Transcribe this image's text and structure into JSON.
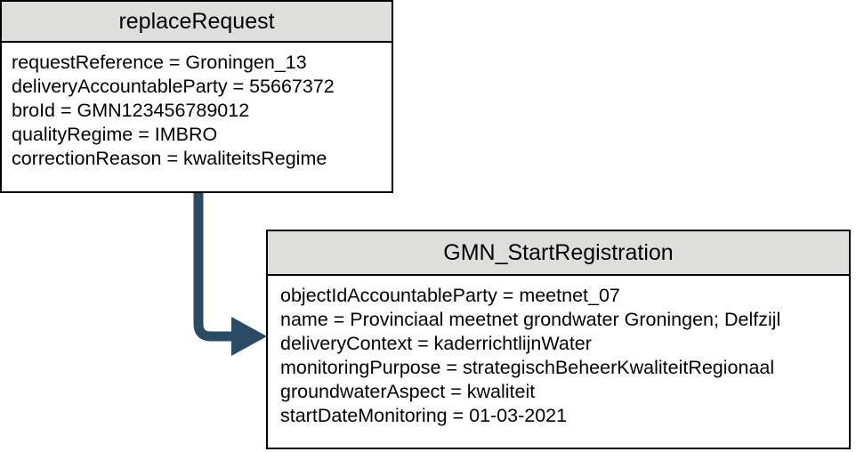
{
  "diagram": {
    "type": "uml-object-diagram",
    "background_color": "#ffffff",
    "border_color": "#000000",
    "header_fill": "#dededd",
    "connector_color": "#2b4a63"
  },
  "boxes": [
    {
      "id": "replaceRequest",
      "title": "replaceRequest",
      "attributes": [
        "requestReference = Groningen_13",
        "deliveryAccountableParty = 55667372",
        "broId = GMN123456789012",
        "qualityRegime = IMBRO",
        "correctionReason = kwaliteitsRegime"
      ]
    },
    {
      "id": "GMN_StartRegistration",
      "title": "GMN_StartRegistration",
      "attributes": [
        "objectIdAccountableParty = meetnet_07",
        "name = Provinciaal meetnet grondwater Groningen; Delfzijl",
        "deliveryContext = kaderrichtlijnWater",
        "monitoringPurpose = strategischBeheerKwaliteitRegionaal",
        "groundwaterAspect = kwaliteit",
        "startDateMonitoring = 01-03-2021"
      ]
    }
  ],
  "connectors": [
    {
      "id": "replaceRequest-to-GMN_StartRegistration",
      "from": "replaceRequest",
      "to": "GMN_StartRegistration",
      "style": "elbow-arrow",
      "color": "#2b4a63"
    }
  ]
}
